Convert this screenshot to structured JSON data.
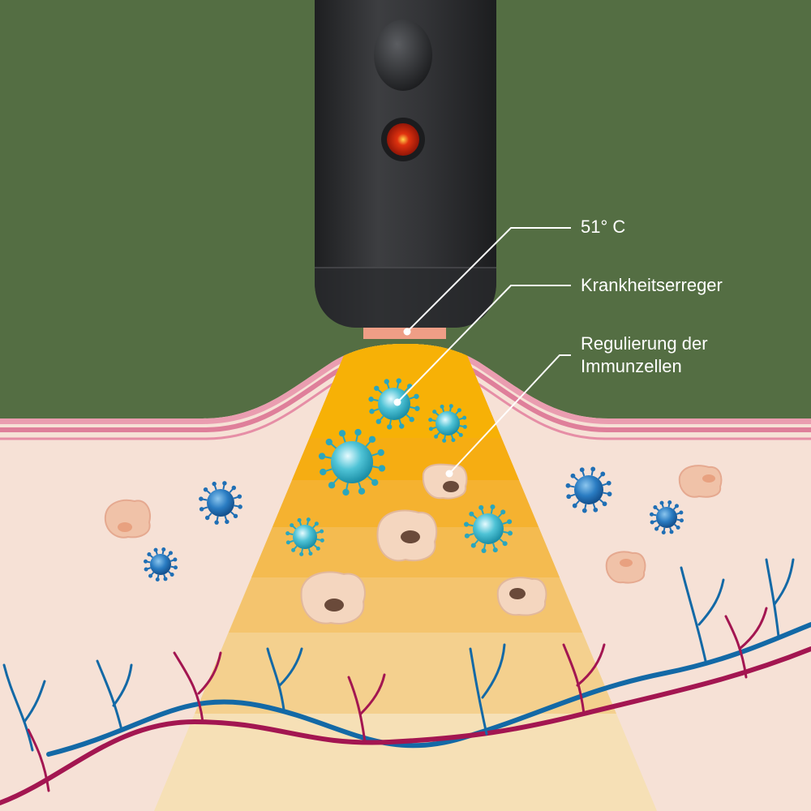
{
  "labels": {
    "temperature": "51° C",
    "pathogens": "Krankheitserreger",
    "immune_line1": "Regulierung der",
    "immune_line2": "Immunzellen"
  },
  "colors": {
    "background": "#546e43",
    "skin": "#f6e1d6",
    "skin_border": "#df7f9a",
    "heat_core": "#f7b106",
    "heat_outer": "#f5dba8",
    "device": "#2e2f31",
    "indicator": "#d4200c",
    "tip": "#ef9e86",
    "virus_blue": "#1f6fb5",
    "virus_teal": "#3ab9c9",
    "vein": "#1369a6",
    "artery": "#a31651",
    "cell": "#f1d3bb",
    "nucleus": "#6a4a3a"
  },
  "icons": [
    "heat-device",
    "virus-icon",
    "immune-cell-icon",
    "blood-vessel"
  ]
}
